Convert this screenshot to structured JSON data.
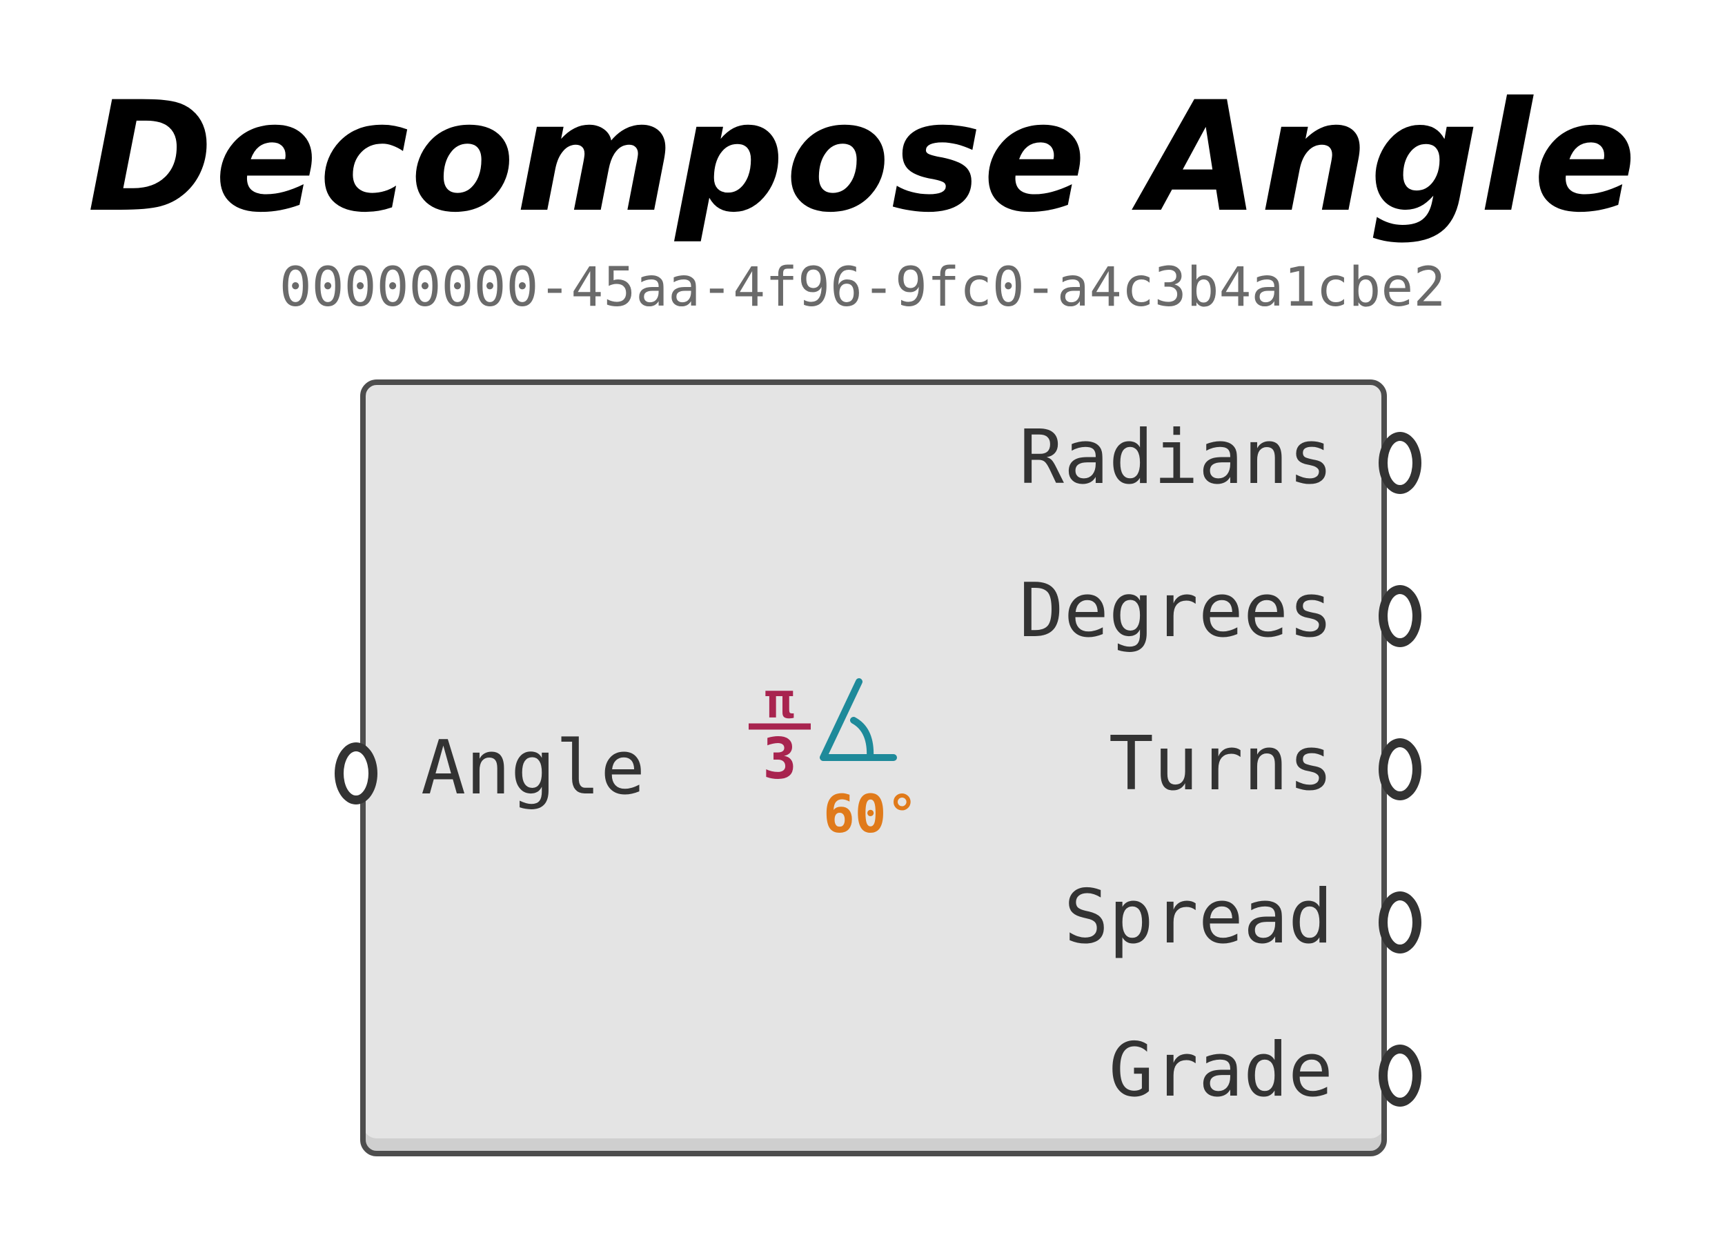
{
  "title": "Decompose Angle",
  "guid": "00000000-45aa-4f96-9fc0-a4c3b4a1cbe2",
  "component": {
    "input": {
      "label": "Angle"
    },
    "outputs": [
      {
        "label": "Radians"
      },
      {
        "label": "Degrees"
      },
      {
        "label": "Turns"
      },
      {
        "label": "Spread"
      },
      {
        "label": "Grade"
      }
    ],
    "icon": {
      "name": "angle-decompose-icon",
      "numerator": "π",
      "denominator": "3",
      "degrees": "60°",
      "colors": {
        "fraction": "#a8244f",
        "angle": "#1e8a9a",
        "degrees": "#e07a1a"
      }
    }
  }
}
